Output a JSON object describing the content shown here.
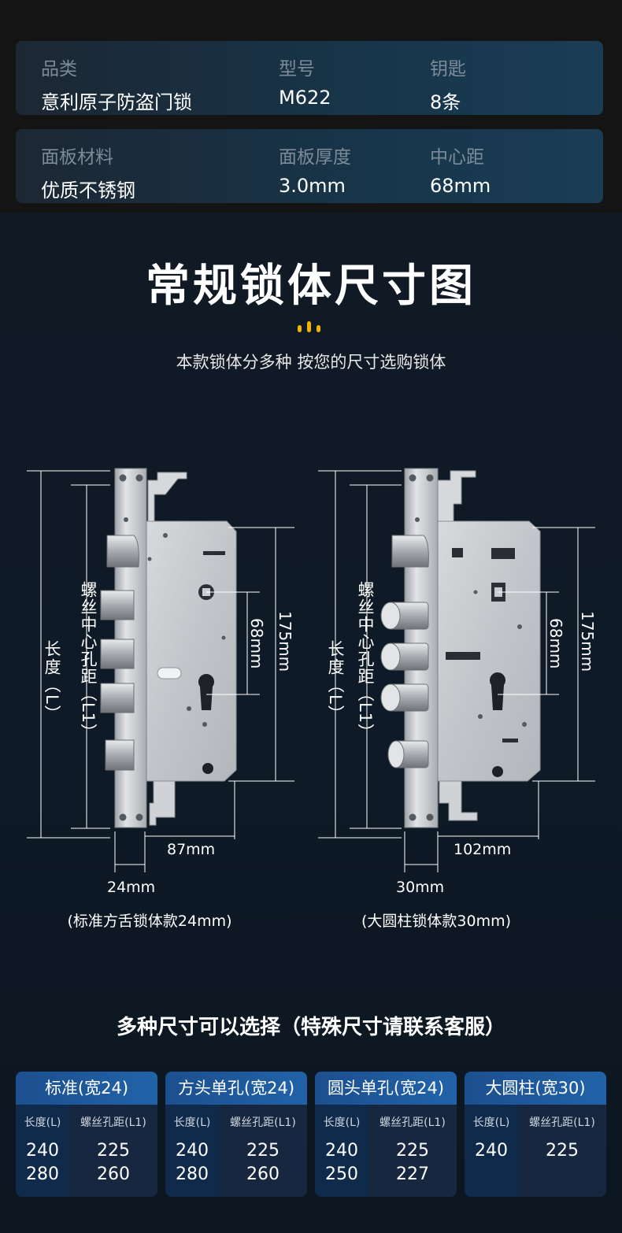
{
  "specs": {
    "row1": [
      {
        "label": "品类",
        "value": "意利原子防盗门锁"
      },
      {
        "label": "型号",
        "value": "M622"
      },
      {
        "label": "钥匙",
        "value": "8条"
      }
    ],
    "row2": [
      {
        "label": "面板材料",
        "value": "优质不锈钢"
      },
      {
        "label": "面板厚度",
        "value": "3.0mm"
      },
      {
        "label": "中心距",
        "value": "68mm"
      }
    ]
  },
  "heading": {
    "title": "常规锁体尺寸图",
    "subtitle": "本款锁体分多种 按您的尺寸选购锁体"
  },
  "diagram": {
    "length_label": "长度（L）",
    "screw_label": "螺丝中心孔距（L1）",
    "dim_68": "68mm",
    "dim_175": "175mm",
    "left": {
      "depth": "87mm",
      "width": "24mm",
      "caption": "(标准方舌锁体款24mm)"
    },
    "right": {
      "depth": "102mm",
      "width": "30mm",
      "caption": "(大圆柱锁体款30mm)"
    }
  },
  "sizes": {
    "title": "多种尺寸可以选择（特殊尺寸请联系客服）",
    "col_length": "长度(L)",
    "col_screw": "螺丝孔距(L1)",
    "cards": [
      {
        "name": "标准(宽24)",
        "rows": [
          [
            "240",
            "225"
          ],
          [
            "280",
            "260"
          ]
        ]
      },
      {
        "name": "方头单孔(宽24)",
        "rows": [
          [
            "240",
            "225"
          ],
          [
            "280",
            "260"
          ]
        ]
      },
      {
        "name": "圆头单孔(宽24)",
        "rows": [
          [
            "240",
            "225"
          ],
          [
            "250",
            "227"
          ]
        ]
      },
      {
        "name": "大圆柱(宽30)",
        "rows": [
          [
            "240",
            "225"
          ]
        ]
      }
    ]
  },
  "colors": {
    "accent": "#f2b400",
    "card_head": "#2163a8",
    "steel": "#c9ccd0"
  }
}
